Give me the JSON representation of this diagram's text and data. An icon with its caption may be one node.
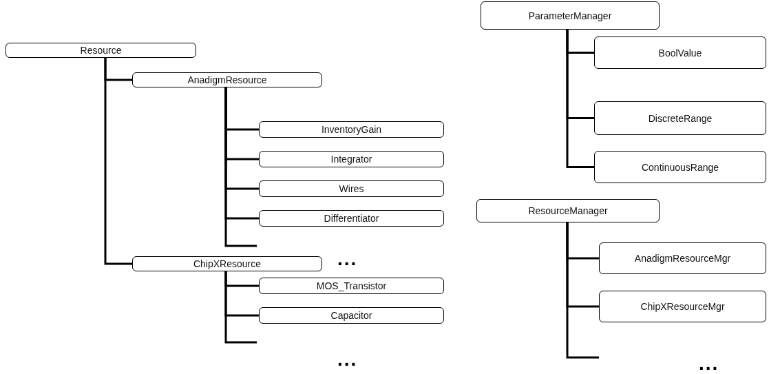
{
  "diagram": {
    "nodes": [
      {
        "text": [
          "Resource"
        ]
      },
      {
        "text": [
          "AnadigmResource"
        ]
      },
      {
        "text": [
          "InventoryGain"
        ]
      },
      {
        "text": [
          "Integrator"
        ]
      },
      {
        "text": [
          "Wires"
        ]
      },
      {
        "text": [
          "Differentiator"
        ]
      },
      {
        "text": [
          "ChipXResource"
        ]
      },
      {
        "text": [
          "MOS_Transistor"
        ]
      },
      {
        "text": [
          "Capacitor"
        ]
      },
      {
        "text": [
          "ParameterManager"
        ]
      },
      {
        "text": [
          "BoolValue"
        ]
      },
      {
        "text": [
          "DiscreteRange"
        ]
      },
      {
        "text": [
          "ContinuousRange"
        ]
      },
      {
        "text": [
          "ResourceManager"
        ]
      },
      {
        "text": [
          "AnadigmResourceMgr"
        ]
      },
      {
        "text": [
          "ChipXResourceMgr"
        ]
      }
    ],
    "edges": [
      {
        "from": 0,
        "to": 1,
        "arrow": "none"
      },
      {
        "from": 0,
        "to": 6,
        "arrow": "none"
      },
      {
        "from": 1,
        "to": 2,
        "arrow": "none"
      },
      {
        "from": 1,
        "to": 3,
        "arrow": "none"
      },
      {
        "from": 1,
        "to": 4,
        "arrow": "none"
      },
      {
        "from": 1,
        "to": 5,
        "arrow": "none"
      },
      {
        "from": 1,
        "to": null,
        "arrow": "none"
      },
      {
        "from": 6,
        "to": 7,
        "arrow": "none"
      },
      {
        "from": 6,
        "to": 8,
        "arrow": "none"
      },
      {
        "from": 6,
        "to": null,
        "arrow": "none"
      },
      {
        "from": 9,
        "to": 10,
        "arrow": "none"
      },
      {
        "from": 9,
        "to": 11,
        "arrow": "none"
      },
      {
        "from": 9,
        "to": 12,
        "arrow": "none"
      },
      {
        "from": 13,
        "to": 14,
        "arrow": "none"
      },
      {
        "from": 13,
        "to": 15,
        "arrow": "none"
      },
      {
        "from": 13,
        "to": null,
        "arrow": "none"
      }
    ],
    "labels": [
      "...",
      "...",
      "..."
    ]
  }
}
